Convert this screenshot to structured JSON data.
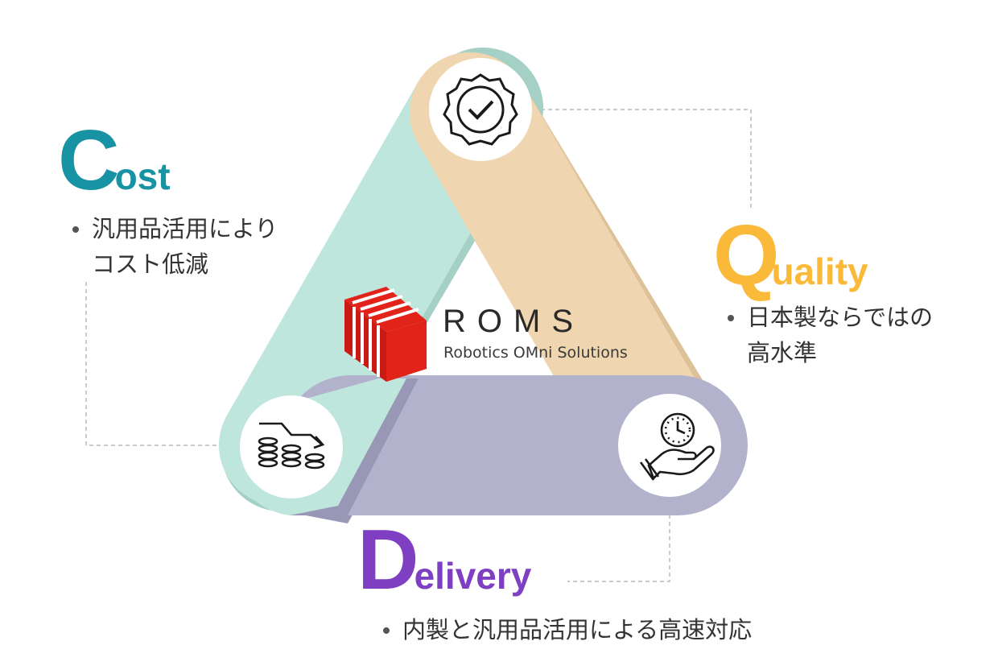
{
  "logo": {
    "name": "ROMS",
    "tagline": "Robotics OMni Solutions",
    "color": "#e2231a"
  },
  "pillars": {
    "cost": {
      "initial": "C",
      "rest": "ost",
      "color": "#1793a3",
      "band_color": "#bfe6dd",
      "icon": "coins-down-arrow-icon",
      "bullets": [
        "汎用品活用により\nコスト低減"
      ]
    },
    "quality": {
      "initial": "Q",
      "rest": "uality",
      "color": "#fbb93a",
      "band_color": "#efd6b0",
      "icon": "quality-seal-check-icon",
      "bullets": [
        "日本製ならではの\n高水準"
      ]
    },
    "delivery": {
      "initial": "D",
      "rest": "elivery",
      "color": "#7e3fc2",
      "band_color": "#b2b2cc",
      "icon": "hand-clock-icon",
      "bullets": [
        "内製と汎用品活用による高速対応"
      ]
    }
  }
}
